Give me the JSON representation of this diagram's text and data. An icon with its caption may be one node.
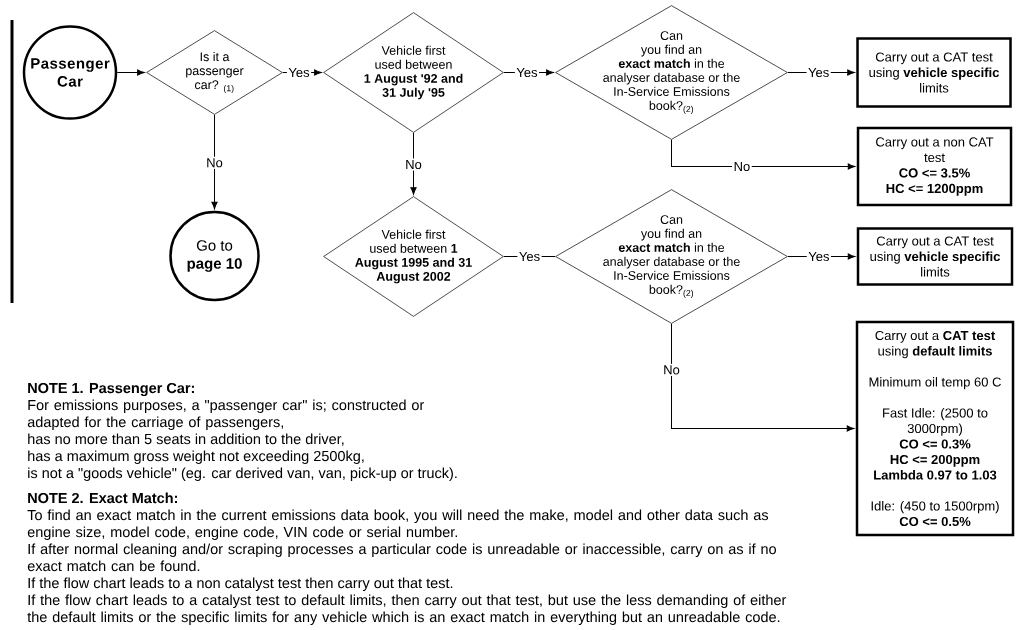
{
  "diagram": {
    "nodes": [
      {
        "text": [
          "Passenger Car"
        ]
      },
      {
        "text": [
          "Is it a passenger car? $_{(1)}$"
        ]
      },
      {
        "text": [
          "Vehicle first used between **1 August '92 and 31 July '95**"
        ]
      },
      {
        "text": [
          "Can you find an **exact match** in the analyser database or the In-Service Emissions book?$_{(2)}$"
        ]
      },
      {
        "text": [
          "Carry out a CAT test using **vehicle specific** limits"
        ]
      },
      {
        "text": [
          "Carry out a non CAT test",
          "CO <= 3.5%",
          "HC <= 1200ppm"
        ]
      },
      {
        "text": [
          "Go to **page 10**"
        ]
      },
      {
        "text": [
          "Vehicle first used between **1 August 1995 and 31 August 2002**"
        ]
      },
      {
        "text": [
          "Can you find an **exact match** in the analyser database or the In-Service Emissions book?$_{(2)}$"
        ]
      },
      {
        "text": [
          "Carry out a CAT test using **vehicle specific** limits"
        ]
      },
      {
        "text": [
          "Carry out a **CAT test** using **default limits**",
          "Minimum oil temp 60 C",
          "Fast Idle: (2500 to 3000rpm)",
          "CO <= 0.3%",
          "HC <= 200ppm",
          "Lambda 0.97 to 1.03",
          "Idle: (450 to 1500rpm)",
          "CO <= 0.5%"
        ]
      }
    ],
    "edges": [
      {
        "from": 0,
        "to": 1,
        "arrow": "to"
      },
      {
        "from": 1,
        "to": 2,
        "arrow": "to",
        "label": "Yes"
      },
      {
        "from": 2,
        "to": 3,
        "arrow": "to",
        "label": "Yes"
      },
      {
        "from": 3,
        "to": 4,
        "arrow": "to",
        "label": "Yes"
      },
      {
        "from": 3,
        "to": 5,
        "arrow": "to",
        "label": "No"
      },
      {
        "from": 1,
        "to": 6,
        "arrow": "to",
        "label": "No"
      },
      {
        "from": 2,
        "to": 7,
        "arrow": "to",
        "label": "No"
      },
      {
        "from": 7,
        "to": 8,
        "arrow": "none",
        "label": "Yes"
      },
      {
        "from": 8,
        "to": 9,
        "arrow": "to",
        "label": "Yes"
      },
      {
        "from": 8,
        "to": 10,
        "arrow": "to",
        "label": "No"
      }
    ],
    "labels": [
      "NOTE 1. Passenger Car:",
      "For emissions purposes, a \"passenger car\" is; constructed or adapted for the carriage of passengers,",
      "has no more than 5 seats in addition to the driver,",
      "has a maximum gross weight not exceeding 2500kg,",
      "is not a \"goods vehicle\" (eg. car derived van, van, pick-up or truck).",
      "NOTE 2. Exact Match:",
      "To find an exact match in the current emissions data book, you will need the make, model and other data such as engine size, model code, engine code, VIN code or serial number.",
      "If after normal cleaning and/or scraping processes a particular code is unreadable or inaccessible, carry on as if no exact match can be found.",
      "If the flow chart leads to a non catalyst test then carry out that test.",
      "If the flow chart leads to a catalyst test to default limits, then carry out that test, but use the less demanding of either the default limits or the specific limits for any vehicle which is an exact match in everything but an unreadable code."
    ]
  }
}
